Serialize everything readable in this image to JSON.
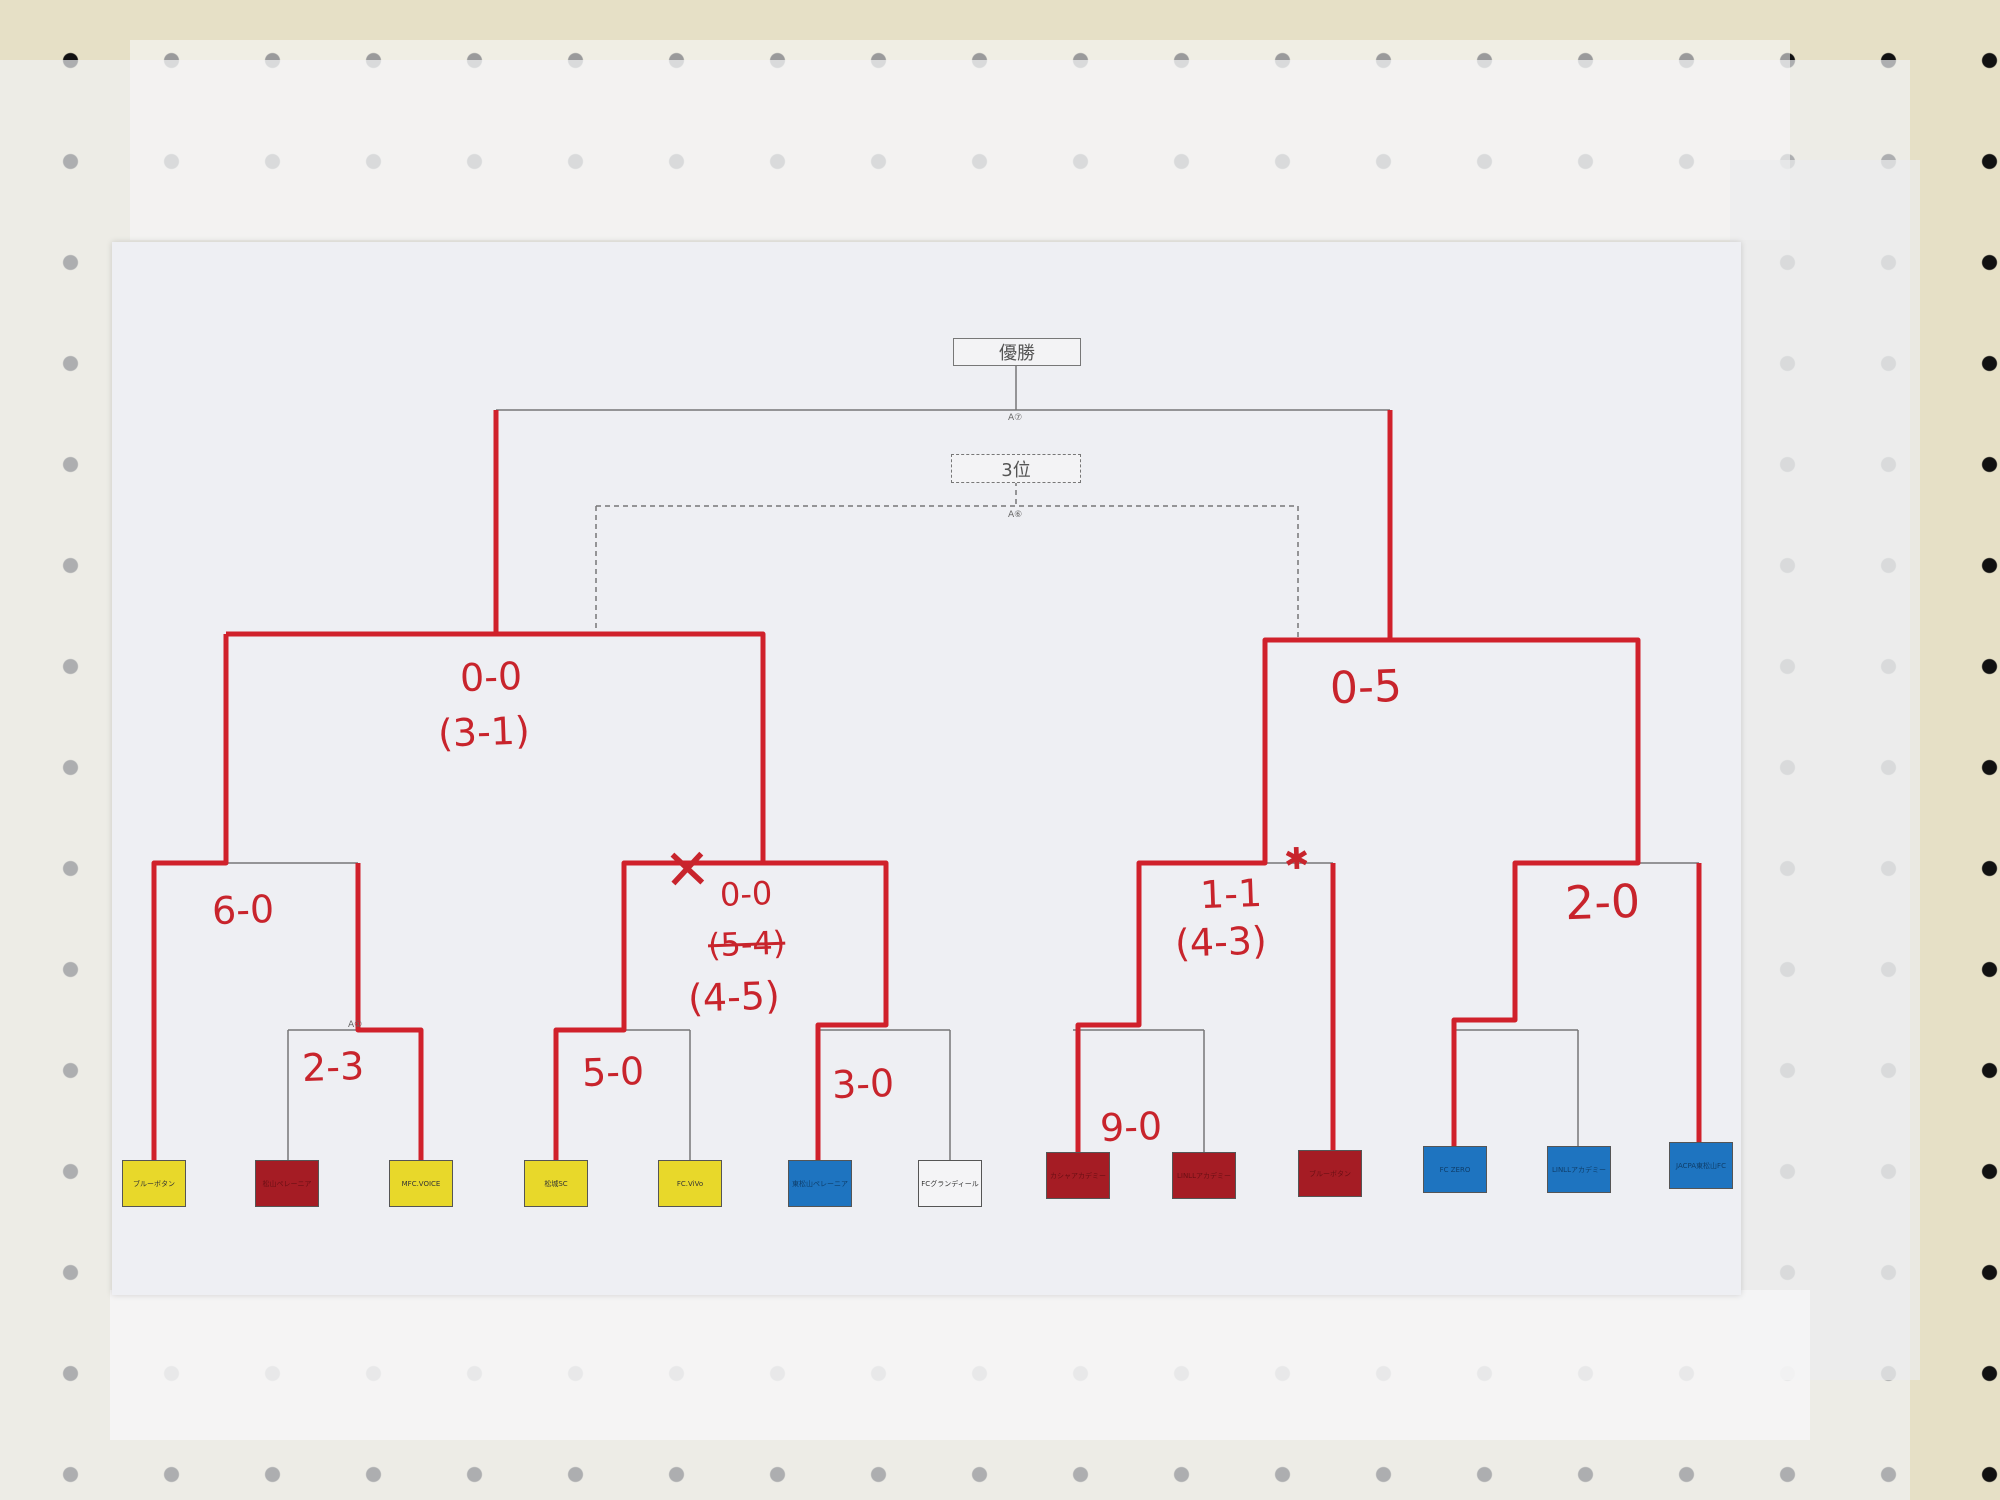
{
  "bracket": {
    "champion_label": "優勝",
    "third_place_label": "3位",
    "final_match_label": "A⑦",
    "third_match_label": "A⑥",
    "r1_match_label": "A①"
  },
  "teams": [
    {
      "name": "ブルーボタン",
      "color": "#e8d82a"
    },
    {
      "name": "松山ペレーニア",
      "color": "#a51c24"
    },
    {
      "name": "MFC.VOICE",
      "color": "#e8d82a"
    },
    {
      "name": "松城SC",
      "color": "#e8d82a"
    },
    {
      "name": "FC.ViVo",
      "color": "#e8d82a"
    },
    {
      "name": "東松山ペレーニア",
      "color": "#1e74c0"
    },
    {
      "name": "FCグランディール",
      "color": "#f4f4f6"
    },
    {
      "name": "カシャアカデミー",
      "color": "#a51c24"
    },
    {
      "name": "LINLLアカデミー",
      "color": "#a51c24"
    },
    {
      "name": "ブルーボタン",
      "color": "#a51c24"
    },
    {
      "name": "FC ZERO",
      "color": "#1e74c0"
    },
    {
      "name": "LINLLアカデミー",
      "color": "#1e74c0"
    },
    {
      "name": "JACPA東松山FC",
      "color": "#1e74c0"
    }
  ],
  "scores": {
    "sf_left": "0-0",
    "sf_left_pk": "(3-1)",
    "sf_right": "0-5",
    "qf1": "6-0",
    "qf2": "0-0",
    "qf2_pk_crossed": "(5-4)",
    "qf2_pk": "(4-5)",
    "qf3": "1-1",
    "qf3_pk": "(4-3)",
    "qf4": "2-0",
    "r1_a": "2-3",
    "r1_b": "5-0",
    "r1_c": "3-0",
    "r1_d": "9-0",
    "cross_mark": "✕",
    "star_mark": "✱"
  }
}
